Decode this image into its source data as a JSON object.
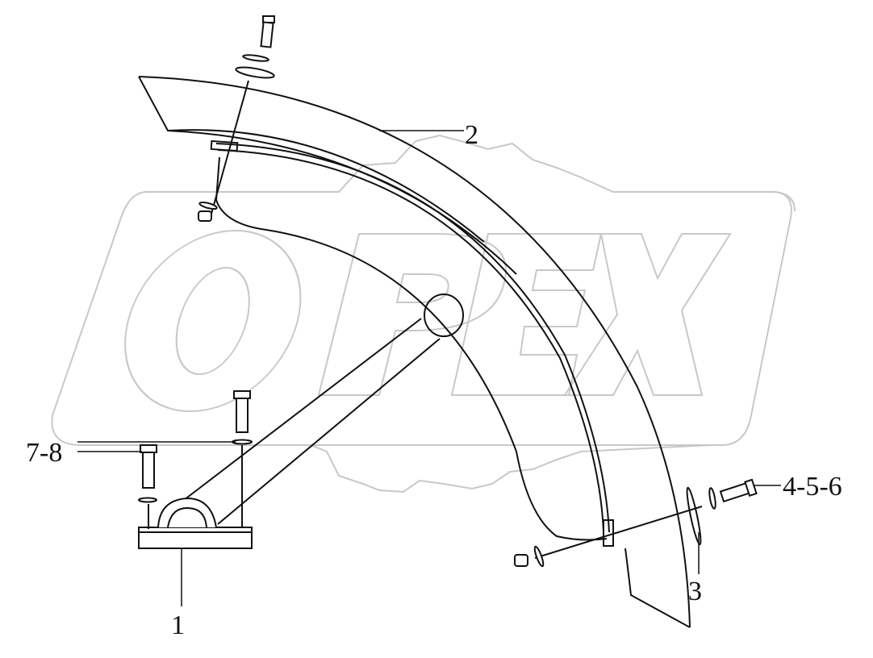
{
  "diagram": {
    "watermark": {
      "text": "OPEX",
      "fill": "#ffffff",
      "stroke": "#cccccc"
    },
    "colors": {
      "line": "#111111",
      "watermark_line": "#c8c8c8",
      "background": "#ffffff"
    },
    "callouts": {
      "c1": "1",
      "c2": "2",
      "c3": "3",
      "c456": "4-5-6",
      "c78": "7-8"
    }
  }
}
